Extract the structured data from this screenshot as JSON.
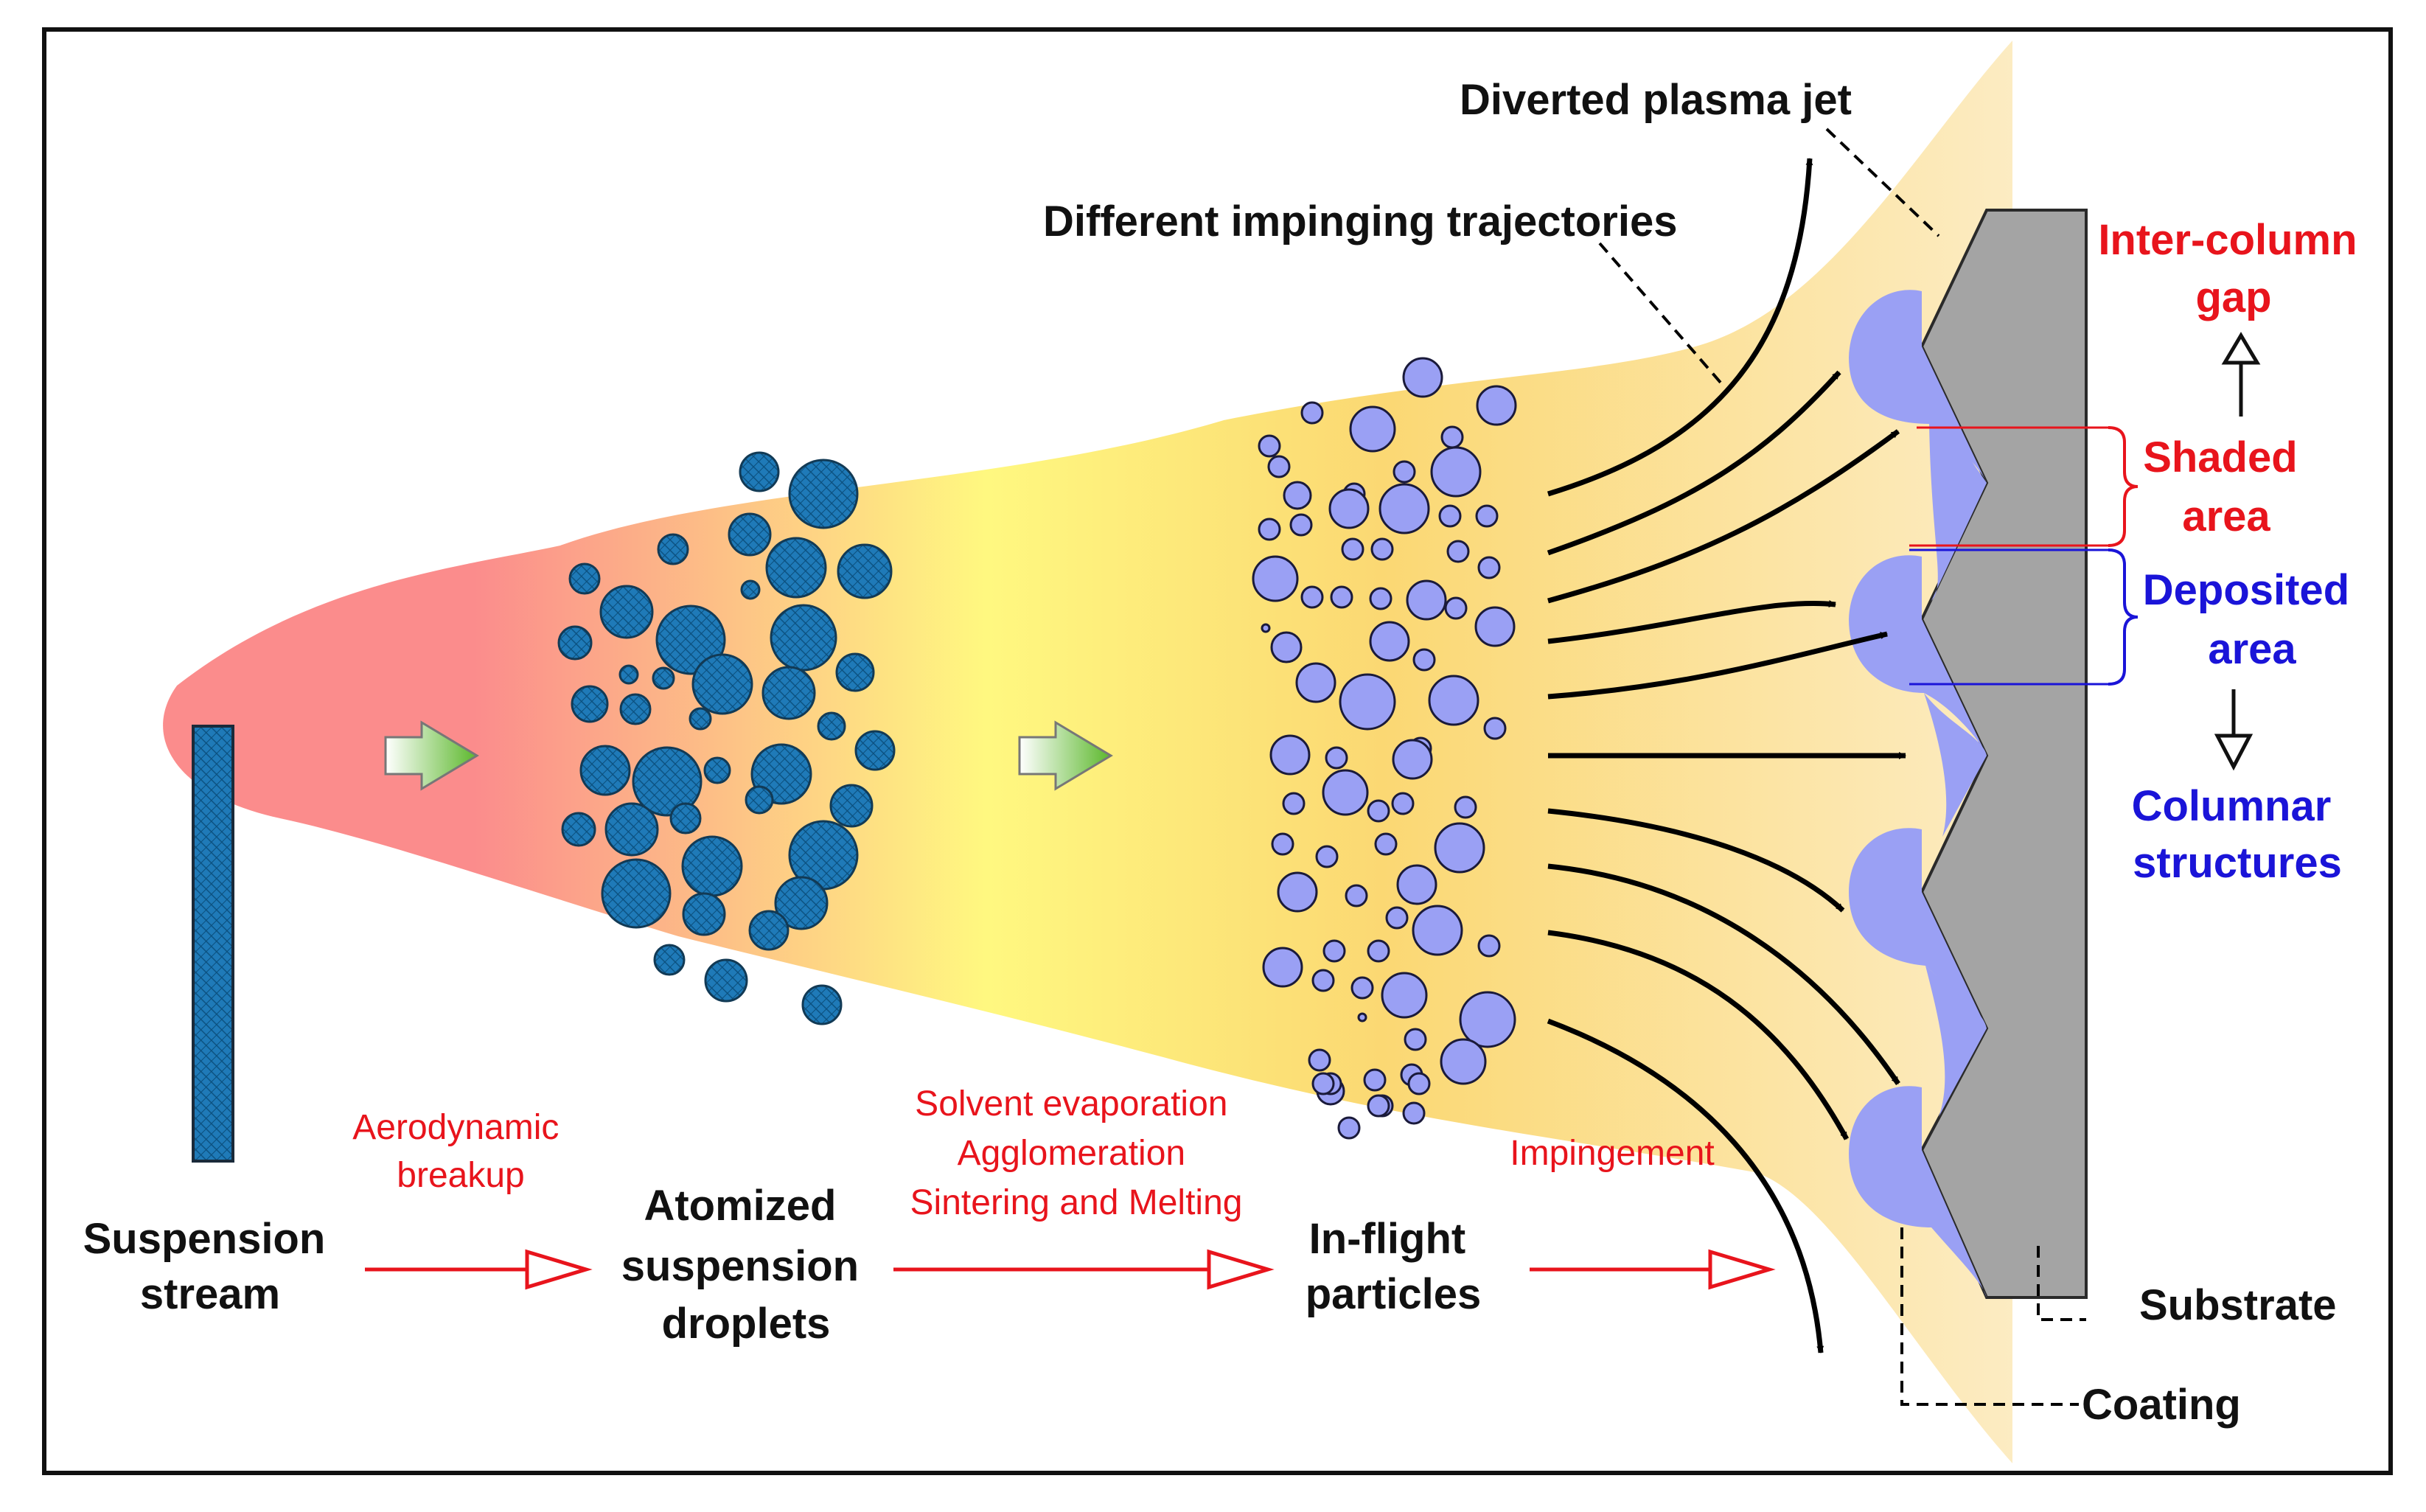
{
  "colors": {
    "frame": "#111111",
    "plasma_start": "#fb8c8c",
    "plasma_mid": "#fff880",
    "plasma_end": "#fcecc4",
    "droplet_fill": "#1f7ab8",
    "particle_fill": "#9aa0f4",
    "substrate": "#a4a4a4",
    "process_red": "#e8141c",
    "deposited_blue": "#1a14d8"
  },
  "stages": {
    "suspension_stream": [
      "Suspension",
      "stream"
    ],
    "atomized_droplets": [
      "Atomized",
      "suspension",
      "droplets"
    ],
    "in_flight_particles": [
      "In-flight",
      "particles"
    ]
  },
  "processes": {
    "aerodynamic_breakup": [
      "Aerodynamic",
      "breakup"
    ],
    "solvent_steps": [
      "Solvent evaporation",
      "Agglomeration",
      "Sintering and Melting"
    ],
    "impingement": "Impingement"
  },
  "callouts": {
    "diverted_plasma_jet": "Diverted plasma jet",
    "different_trajectories": "Different impinging trajectories",
    "inter_column_gap": [
      "Inter-column",
      "gap"
    ],
    "shaded_area": [
      "Shaded",
      "area"
    ],
    "deposited_area": [
      "Deposited",
      "area"
    ],
    "columnar_structures": [
      "Columnar",
      "structures"
    ],
    "substrate": "Substrate",
    "coating": "Coating"
  },
  "icons": {
    "small_flow_arrows": "gradient-right-arrow-icon",
    "process_arrows": "hollow-head-arrow-icon",
    "trajectories": "curved-black-arrow-icon"
  }
}
